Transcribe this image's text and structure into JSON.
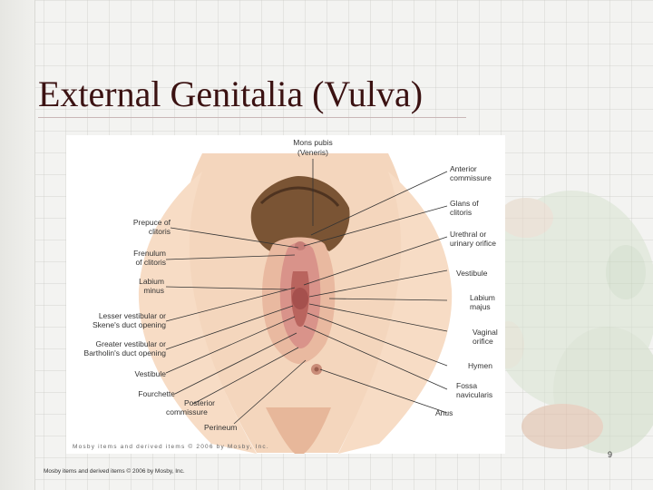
{
  "slide": {
    "title": "External Genitalia (Vulva)",
    "page_number": "9",
    "footer": "Mosby items and derived items © 2006 by Mosby, Inc."
  },
  "figure": {
    "credit": "Mosby items and derived items © 2006 by Mosby, Inc.",
    "labels": {
      "mons_pubis": [
        "Mons pubis",
        "(Veneris)"
      ],
      "anterior_commissure": [
        "Anterior",
        "commissure"
      ],
      "glans_clitoris": [
        "Glans of",
        "clitoris"
      ],
      "urethral_orifice": [
        "Urethral or",
        "urinary orifice"
      ],
      "vestibule_right": [
        "Vestibule"
      ],
      "labium_majus": [
        "Labium",
        "majus"
      ],
      "vaginal_orifice": [
        "Vaginal",
        "orifice"
      ],
      "hymen": [
        "Hymen"
      ],
      "fossa_navicularis": [
        "Fossa",
        "navicularis"
      ],
      "anus": [
        "Anus"
      ],
      "prepuce": [
        "Prepuce of",
        "clitoris"
      ],
      "frenulum": [
        "Frenulum",
        "of clitoris"
      ],
      "labium_minus": [
        "Labium",
        "minus"
      ],
      "lesser_vestibular": [
        "Lesser vestibular or",
        "Skene's duct opening"
      ],
      "greater_vestibular": [
        "Greater vestibular or",
        "Bartholin's duct opening"
      ],
      "vestibule_left": [
        "Vestibule"
      ],
      "fourchette": [
        "Fourchette"
      ],
      "posterior_commissure": [
        "Posterior",
        "commissure"
      ],
      "perineum": [
        "Perineum"
      ]
    }
  },
  "colors": {
    "title": "#3b1212",
    "skin": "#f1cfb3",
    "hair": "#6e4a2e",
    "mucosa": "#c97a73",
    "leader_line": "#333333"
  }
}
